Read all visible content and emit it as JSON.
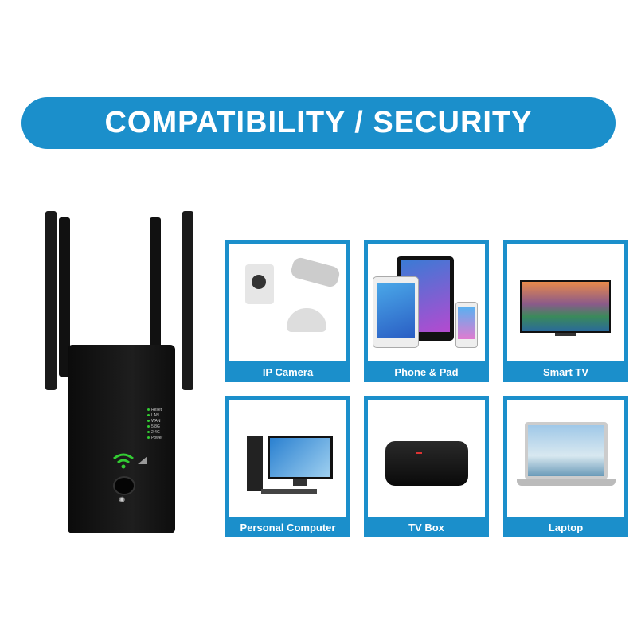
{
  "banner": {
    "title": "COMPATIBILITY / SECURITY"
  },
  "device": {
    "leds": [
      "Reset",
      "LAN",
      "WAN",
      "5.8G",
      "2.4G",
      "Power"
    ]
  },
  "cards": [
    {
      "label": "IP Camera",
      "icon": "ip-camera-icon"
    },
    {
      "label": "Phone & Pad",
      "icon": "phone-tablet-icon"
    },
    {
      "label": "Smart TV",
      "icon": "smart-tv-icon"
    },
    {
      "label": "Personal Computer",
      "icon": "desktop-computer-icon"
    },
    {
      "label": "TV Box",
      "icon": "tv-box-icon"
    },
    {
      "label": "Laptop",
      "icon": "laptop-icon"
    }
  ],
  "colors": {
    "accent": "#1b8fcb",
    "device": "#111111",
    "led": "#33cc33"
  }
}
